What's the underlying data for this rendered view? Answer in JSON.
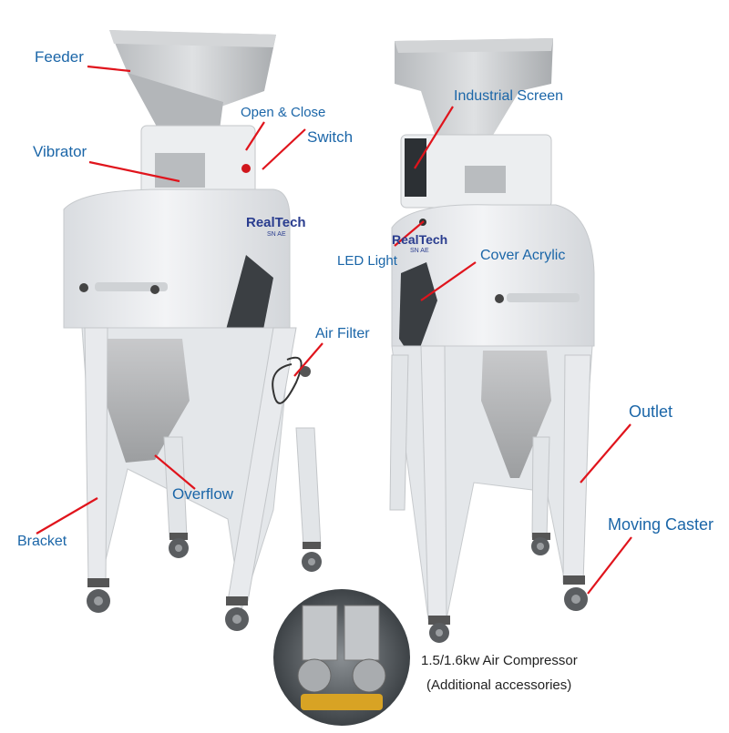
{
  "labels": {
    "feeder": "Feeder",
    "open_close": "Open & Close",
    "switch": "Switch",
    "vibrator": "Vibrator",
    "industrial_screen": "Industrial Screen",
    "led_light": "LED Light",
    "cover_acrylic": "Cover Acrylic",
    "air_filter": "Air Filter",
    "outlet": "Outlet",
    "moving_caster": "Moving Caster",
    "overflow": "Overflow",
    "bracket": "Bracket"
  },
  "compressor": {
    "caption_line1": "1.5/1.6kw Air Compressor",
    "caption_line2": "(Additional accessories)"
  },
  "brand": {
    "name": "RealTech",
    "sub": "SN AE"
  },
  "colors": {
    "label_text": "#1b66a8",
    "pointer_line": "#e0141c",
    "machine_body": "#e9ebee",
    "hopper_steel": "#c9ccd0"
  }
}
